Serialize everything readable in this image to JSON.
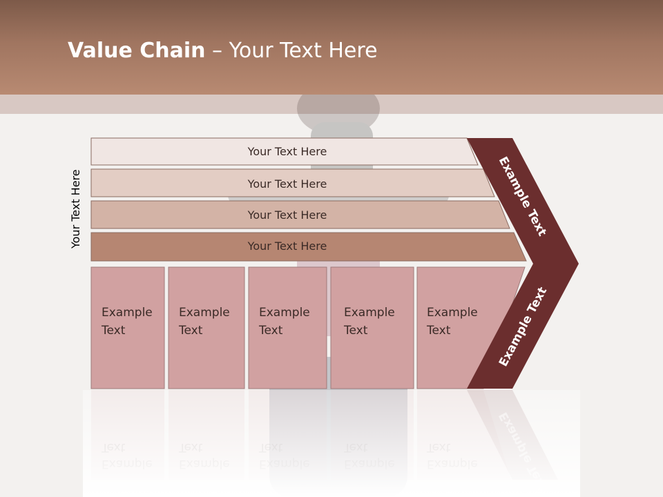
{
  "slide": {
    "title_bold": "Value Chain",
    "title_rest": " – Your Text Here",
    "side_label": "Your Text Here"
  },
  "bars": [
    {
      "label": "Your Text Here",
      "color": "#f0e6e3"
    },
    {
      "label": "Your Text Here",
      "color": "#e3cdc4"
    },
    {
      "label": "Your Text Here",
      "color": "#d3b3a6"
    },
    {
      "label": "Your Text Here",
      "color": "#b68672"
    }
  ],
  "boxes": [
    {
      "line1": "Example",
      "line2": "Text"
    },
    {
      "line1": "Example",
      "line2": "Text"
    },
    {
      "line1": "Example",
      "line2": "Text"
    },
    {
      "line1": "Example",
      "line2": "Text"
    },
    {
      "line1": "Example",
      "line2": "Text"
    }
  ],
  "arrow": {
    "upper_label": "Example Text",
    "lower_label": "Example Text",
    "color": "#6b2e2e"
  },
  "colors": {
    "box_fill": "#d1a1a1",
    "header": "#a07560"
  }
}
